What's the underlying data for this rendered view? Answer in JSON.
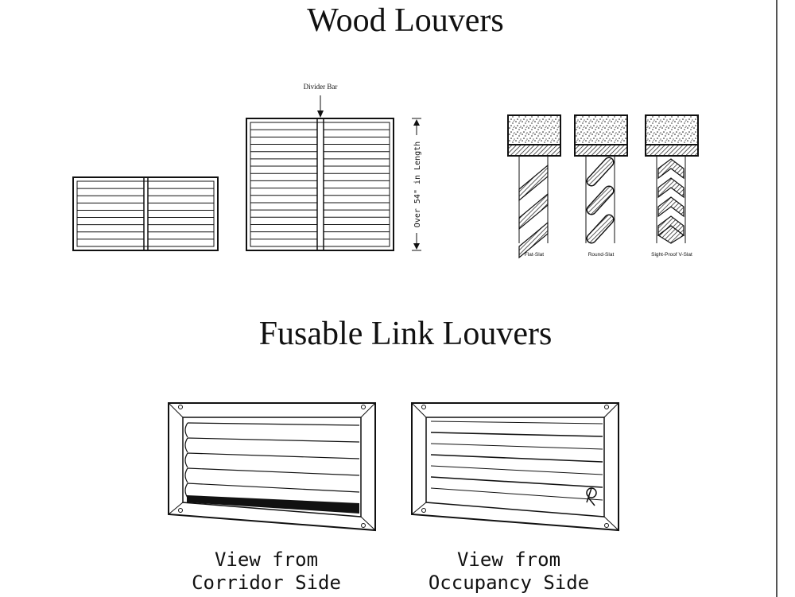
{
  "titles": {
    "wood": "Wood Louvers",
    "fusable": "Fusable Link Louvers"
  },
  "wood_louvers": {
    "divider_label": "Divider Bar",
    "length_label": "Over 54\" in Length",
    "slat_profiles": [
      {
        "label": "Flat-Slat"
      },
      {
        "label": "Round-Slat"
      },
      {
        "label": "Sight-Proof V-Slat"
      }
    ]
  },
  "fusable_louvers": {
    "corridor_caption": [
      "View from",
      "Corridor Side"
    ],
    "occupancy_caption": [
      "View from",
      "Occupancy Side"
    ]
  },
  "colors": {
    "line": "#111111",
    "background": "#ffffff",
    "frame_edge": "#555555"
  }
}
